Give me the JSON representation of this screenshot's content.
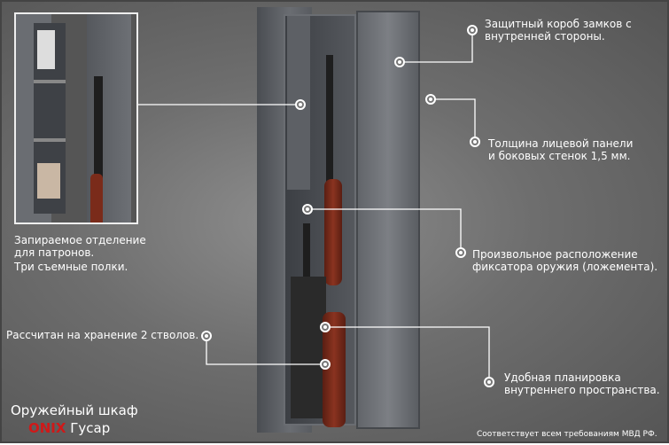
{
  "annotations": {
    "compartment_line1": "Запираемое отделение\nдля патронов.",
    "compartment_line2": "Три съемные полки.",
    "lock_box": "Защитный короб  замков с\nвнутренней стороны.",
    "thickness": "Толщина лицевой панели\nи боковых стенок 1,5 мм.",
    "holder": "Произвольное расположение\nфиксатора оружия (ложемента).",
    "capacity": "Рассчитан на хранение 2 стволов.",
    "layout": "Удобная планировка\nвнутреннего пространства."
  },
  "product": {
    "title": "Оружейный шкаф",
    "brand": "ONIX",
    "model": "Гусар",
    "brand_color": "#d01818"
  },
  "footer": "Соответствует всем требованиям МВД РФ."
}
